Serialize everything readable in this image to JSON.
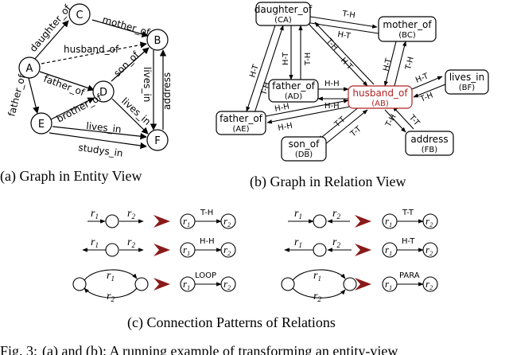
{
  "entity_view": {
    "nodes": [
      {
        "id": "A",
        "label": "A"
      },
      {
        "id": "B",
        "label": "B"
      },
      {
        "id": "C",
        "label": "C"
      },
      {
        "id": "D",
        "label": "D"
      },
      {
        "id": "E",
        "label": "E"
      },
      {
        "id": "F",
        "label": "F"
      }
    ],
    "edges": [
      {
        "from": "A",
        "to": "C",
        "label": "daughter_of"
      },
      {
        "from": "C",
        "to": "B",
        "label": "mother_of"
      },
      {
        "from": "A",
        "to": "B",
        "label": "husband_of",
        "style": "dashed"
      },
      {
        "from": "A",
        "to": "D",
        "label": "father_of"
      },
      {
        "from": "A",
        "to": "E",
        "label": "father_of"
      },
      {
        "from": "D",
        "to": "B",
        "label": "son_of"
      },
      {
        "from": "D",
        "to": "F",
        "label": "lives_in"
      },
      {
        "from": "E",
        "to": "D",
        "label": "brother_of"
      },
      {
        "from": "E",
        "to": "F",
        "label": "lives_in"
      },
      {
        "from": "E",
        "to": "F",
        "label": "studys_in"
      },
      {
        "from": "B",
        "to": "F",
        "label": "lives_in"
      },
      {
        "from": "F",
        "to": "B",
        "label": "address"
      }
    ],
    "caption": "(a) Graph in Entity View"
  },
  "relation_view": {
    "nodes": [
      {
        "id": "CA",
        "name": "daughter_of",
        "code": "(CA)"
      },
      {
        "id": "BC",
        "name": "mother_of",
        "code": "(BC)"
      },
      {
        "id": "AD",
        "name": "father_of",
        "code": "(AD)"
      },
      {
        "id": "AB",
        "name": "husband_of",
        "code": "(AB)",
        "highlight": true
      },
      {
        "id": "BF",
        "name": "lives_in",
        "code": "(BF)"
      },
      {
        "id": "AE",
        "name": "father_of",
        "code": "(AE)"
      },
      {
        "id": "DB",
        "name": "son_of",
        "code": "(DB)"
      },
      {
        "id": "FB",
        "name": "address",
        "code": "(FB)"
      }
    ],
    "edge_labels": {
      "ca_bc": [
        "T-H",
        "H-T"
      ],
      "ca_ad": [
        "H-T",
        "T-H"
      ],
      "ca_ae": [
        "H-T",
        "T-H"
      ],
      "ca_ab": [
        "T-H",
        "H-T"
      ],
      "bc_ab": [
        "H-T",
        "T-H"
      ],
      "ad_ab": [
        "H-H",
        "H-H"
      ],
      "ae_ab": [
        "H-H",
        "H-H"
      ],
      "ab_bf": [
        "H-T",
        "T-H"
      ],
      "ab_db": [
        "T-T",
        "T-T"
      ],
      "ab_fb": [
        "T-H",
        "T-T"
      ]
    },
    "caption": "(b) Graph in Relation View"
  },
  "patterns": {
    "r1": "r",
    "r2": "r",
    "sub1": "1",
    "sub2": "2",
    "labels": {
      "th": "T-H",
      "hh": "H-H",
      "loop": "LOOP",
      "tt": "T-T",
      "ht": "H-T",
      "para": "PARA"
    },
    "caption": "(c) Connection Patterns of Relations"
  },
  "fig_caption": {
    "prefix": "Fig. 3:",
    "text": "(a) and (b): A running example of transforming an entity-view"
  },
  "colors": {
    "ink": "#000000",
    "highlight": "#b22222",
    "arrow_fill": "#8b1a1a"
  }
}
